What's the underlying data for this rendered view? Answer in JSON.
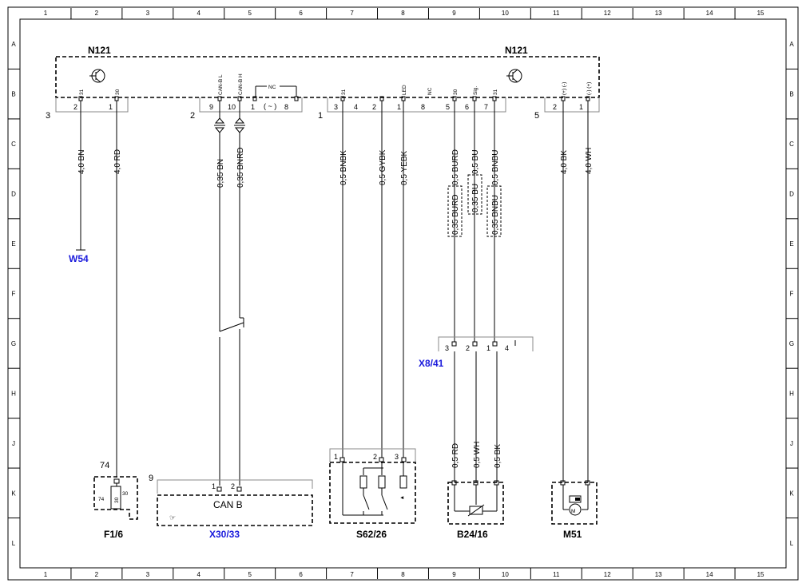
{
  "grid": {
    "cols": [
      "1",
      "2",
      "3",
      "4",
      "5",
      "6",
      "7",
      "8",
      "9",
      "10",
      "11",
      "12",
      "13",
      "14",
      "15"
    ],
    "rows": [
      "A",
      "B",
      "C",
      "D",
      "E",
      "F",
      "G",
      "H",
      "J",
      "K",
      "L"
    ]
  },
  "module": {
    "name_left": "N121",
    "name_right": "N121",
    "connector_3": {
      "label": "3",
      "pins": [
        "2",
        "1"
      ],
      "signals": [
        "31",
        "30"
      ]
    },
    "connector_2": {
      "label": "2",
      "pins": [
        "9",
        "10",
        "1",
        "8"
      ],
      "signals": [
        "CAN-B L",
        "CAN-B H"
      ],
      "nc_label": "NC"
    },
    "connector_1": {
      "label": "1",
      "pins": [
        "3",
        "4",
        "2",
        "1",
        "8",
        "5",
        "6",
        "7"
      ],
      "signals": [
        "31",
        "LED",
        "NC",
        "30",
        "Sig.",
        "31"
      ]
    },
    "connector_5": {
      "label": "5",
      "pins": [
        "2",
        "1"
      ],
      "signals": [
        "(+) (-)",
        "(-) (+)"
      ]
    }
  },
  "wires": {
    "w1": "4,0 BN",
    "w2": "4,0 RD",
    "w3": "0,35 BN",
    "w4": "0,35 BNRD",
    "w5": "0,5 BNBK",
    "w6": "0,5 GYBK",
    "w7": "0,5 YEBK",
    "w8": "0,5 BURD",
    "w9": "0,5 BU",
    "w10": "0,5 BNBU",
    "w11": "4,0 BK",
    "w12": "4,0 WH",
    "w13": "0,35 BURD",
    "w14": "0,35 BU",
    "w15": "0,35 BNBU",
    "w16": "0,5 RD",
    "w17": "0,5 WH",
    "w18": "0,5 BK"
  },
  "components": {
    "w54": "W54",
    "x841": {
      "name": "X8/41",
      "pins": [
        "3",
        "2",
        "1",
        "4"
      ]
    },
    "f16": {
      "name": "F1/6",
      "num": "74",
      "pins": [
        "74",
        "30",
        "30"
      ]
    },
    "x3033": {
      "name": "X30/33",
      "num": "9",
      "label": "CAN B",
      "pins": [
        "1",
        "2"
      ]
    },
    "s6226": {
      "name": "S62/26",
      "pins": [
        "1",
        "2",
        "3"
      ]
    },
    "b2416": {
      "name": "B24/16"
    },
    "m51": {
      "name": "M51",
      "motor": "M"
    }
  }
}
